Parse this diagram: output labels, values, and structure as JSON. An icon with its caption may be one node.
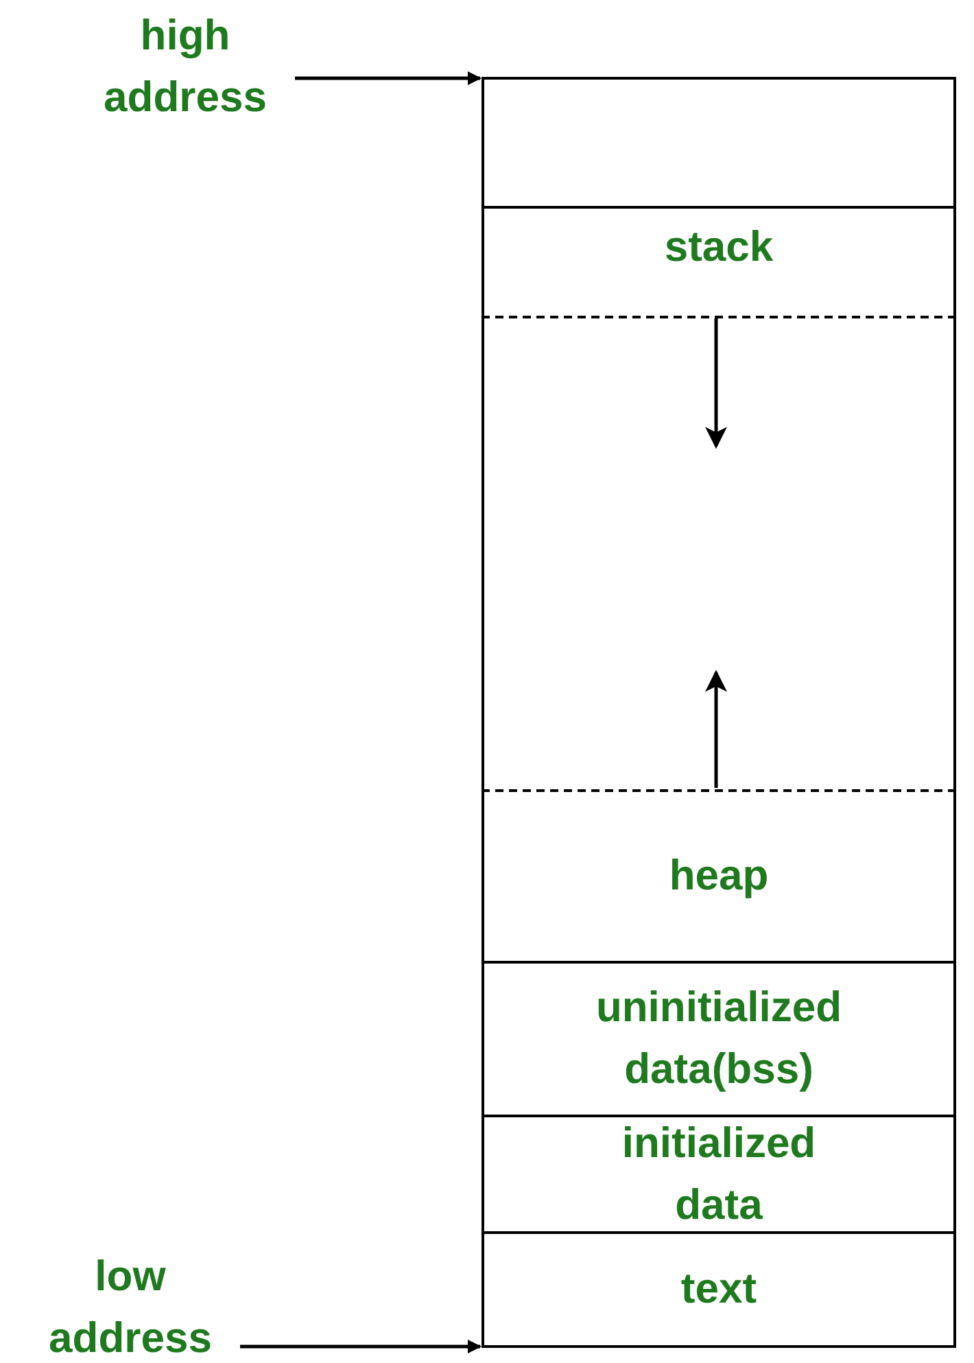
{
  "diagram": {
    "nodes": [
      {
        "text": [
          "high address"
        ]
      },
      {
        "text": [],
        "shape": "box"
      },
      {
        "text": [
          "stack"
        ]
      },
      {
        "text": [
          "heap"
        ]
      },
      {
        "text": [
          "uninitialized data(bss)"
        ]
      },
      {
        "text": [
          "initialized data"
        ]
      },
      {
        "text": [
          "text"
        ]
      },
      {
        "text": [
          "low address"
        ]
      }
    ],
    "edges": [
      {
        "from": 0,
        "to": 1,
        "arrow": "to"
      },
      {
        "from": 7,
        "to": 6,
        "arrow": "to"
      }
    ]
  }
}
